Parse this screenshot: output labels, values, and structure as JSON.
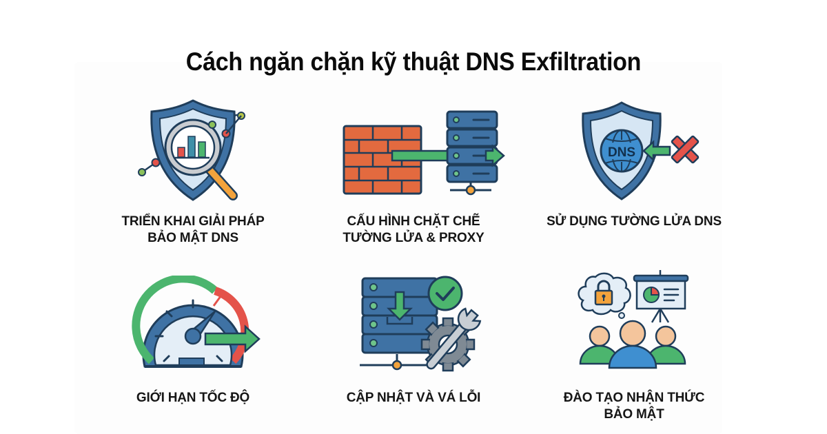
{
  "title": "Cách ngăn chặn kỹ thuật DNS Exfiltration",
  "colors": {
    "navy_outline": "#1f3d5a",
    "steel_blue": "#3f72a4",
    "light_blue": "#d6e6f4",
    "brick_orange": "#e36a3f",
    "green": "#4cb56e",
    "red": "#e4534a",
    "orange": "#f3a33c",
    "skin": "#f4c59c",
    "gray": "#7f8a94"
  },
  "items": [
    {
      "id": "dns-security",
      "label": "TRIỂN KHAI GIẢI PHÁP\nBẢO MẬT DNS",
      "icon": "shield-magnifier-chart-icon"
    },
    {
      "id": "firewall-proxy",
      "label": "CẤU HÌNH CHẶT CHẼ\nTƯỜNG LỬA & PROXY",
      "icon": "firewall-server-arrow-icon"
    },
    {
      "id": "dns-firewall",
      "label": "SỬ DỤNG TƯỜNG LỬA DNS",
      "icon": "dns-shield-block-icon",
      "icon_text": "DNS"
    },
    {
      "id": "rate-limit",
      "label": "GIỚI HẠN TỐC ĐỘ",
      "icon": "speedometer-arrow-icon"
    },
    {
      "id": "patching",
      "label": "CẬP NHẬT VÀ VÁ LỖI",
      "icon": "server-update-gear-icon"
    },
    {
      "id": "training",
      "label": "ĐÀO TẠO NHẬN THỨC\nBẢO MẬT",
      "icon": "team-training-presentation-icon"
    }
  ]
}
